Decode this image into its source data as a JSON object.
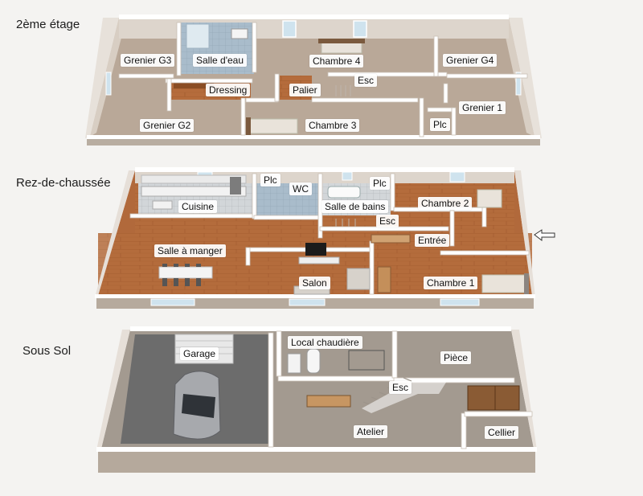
{
  "floors": {
    "second": {
      "title": "2ème étage",
      "rooms": {
        "grenier_g3": "Grenier G3",
        "salle_deau": "Salle d'eau",
        "chambre_4": "Chambre 4",
        "grenier_g4": "Grenier G4",
        "dressing": "Dressing",
        "palier": "Palier",
        "esc": "Esc",
        "grenier_1": "Grenier 1",
        "grenier_g2": "Grenier G2",
        "chambre_3": "Chambre 3",
        "plc": "Plc"
      }
    },
    "ground": {
      "title": "Rez-de-chaussée",
      "rooms": {
        "plc_left": "Plc",
        "wc": "WC",
        "plc_right": "Plc",
        "cuisine": "Cuisine",
        "salle_de_bains": "Salle de bains",
        "chambre_2": "Chambre 2",
        "esc": "Esc",
        "entree": "Entrée",
        "salle_a_manger": "Salle à manger",
        "salon": "Salon",
        "chambre_1": "Chambre 1"
      }
    },
    "basement": {
      "title": "Sous Sol",
      "rooms": {
        "garage": "Garage",
        "local_chaudiere": "Local chaudière",
        "piece": "Pièce",
        "esc": "Esc",
        "atelier": "Atelier",
        "cellier": "Cellier"
      }
    }
  },
  "colors": {
    "wall_top": "#ffffff",
    "wall_side": "#bdb2a6",
    "floor_carpet": "#b6a595",
    "floor_wood": "#b0683a",
    "floor_tile": "#c9ced2",
    "floor_concrete": "#6d6d6d",
    "floor_basement": "#a39a90"
  }
}
